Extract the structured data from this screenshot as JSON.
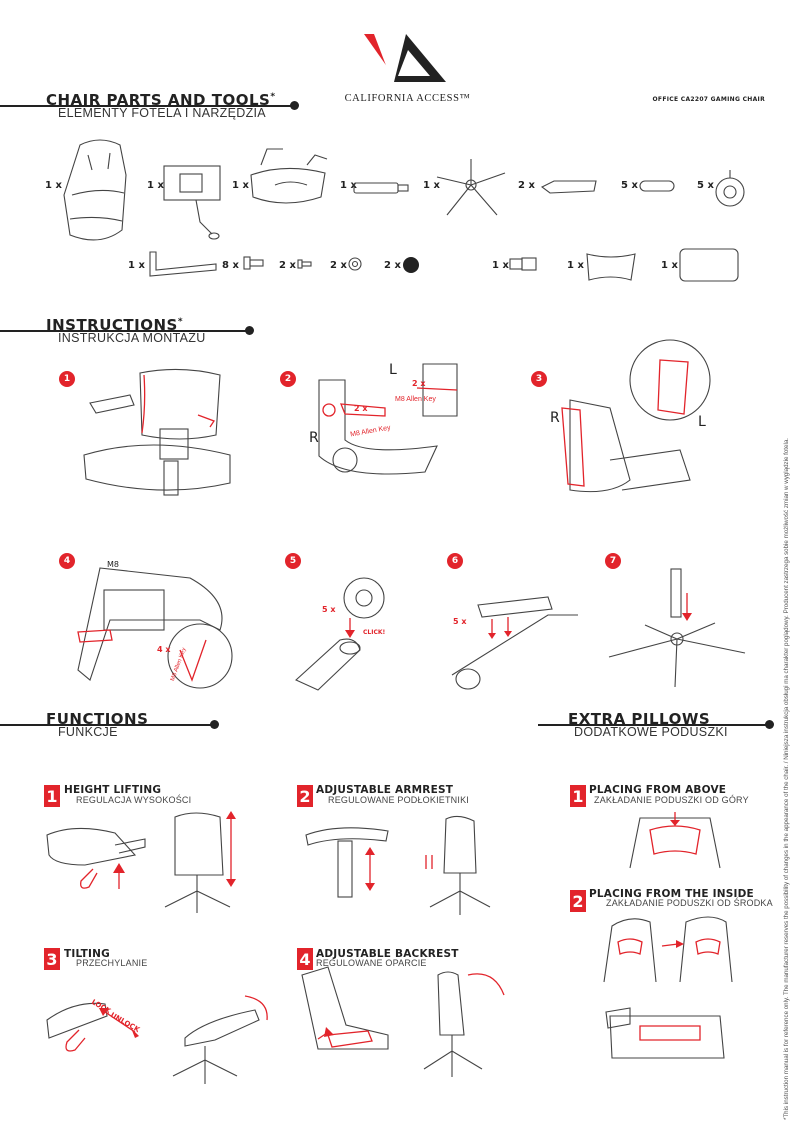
{
  "brand": {
    "name": "CALIFORNIA ACCESS™",
    "model": "OFFICE CA2207 GAMING CHAIR"
  },
  "colors": {
    "accent": "#e2242b",
    "ink": "#222222"
  },
  "sections": {
    "parts": {
      "title": "CHAIR PARTS AND TOOLS",
      "mark": "*",
      "subtitle": "ELEMENTY FOTELA I NARZĘDZIA"
    },
    "instructions": {
      "title": "INSTRUCTIONS",
      "mark": "*",
      "subtitle": "INSTRUKCJA MONTAŻU"
    },
    "functions": {
      "title": "FUNCTIONS",
      "subtitle": "FUNKCJE"
    },
    "pillows": {
      "title": "EXTRA PILLOWS",
      "subtitle": "DODATKOWE PODUSZKI"
    }
  },
  "parts_row1": [
    "1 x",
    "1 x",
    "1 x",
    "1 x",
    "1 x",
    "2 x",
    "5 x",
    "5 x"
  ],
  "parts_row2": [
    "1 x",
    "8 x",
    "2 x",
    "2 x",
    "2 x",
    "1 x",
    "1 x",
    "1 x"
  ],
  "steps": [
    "1",
    "2",
    "3",
    "4",
    "5",
    "6",
    "7"
  ],
  "step_labels": {
    "s2_L": "L",
    "s2_R": "R",
    "s2_qty_a": "2 x",
    "s2_qty_b": "2 x",
    "s2_key_a": "M8 Allen Key",
    "s2_key_b": "M8 Allen Key",
    "s3_R": "R",
    "s3_L": "L",
    "s4_m8": "M8",
    "s4_qty": "4 x",
    "s4_key": "M8 Allen Key",
    "s5_qty": "5 x",
    "s5_click": "CLICK!",
    "s6_qty": "5 x"
  },
  "functions": [
    {
      "num": "1",
      "title": "HEIGHT LIFTING",
      "subtitle": "REGULACJA WYSOKOŚCI"
    },
    {
      "num": "2",
      "title": "ADJUSTABLE ARMREST",
      "subtitle": "REGULOWANE PODŁOKIETNIKI"
    },
    {
      "num": "3",
      "title": "TILTING",
      "subtitle": "PRZECHYLANIE",
      "lock": "LOCK",
      "unlock": "UNLOCK"
    },
    {
      "num": "4",
      "title": "ADJUSTABLE BACKREST",
      "subtitle": "REGULOWANE OPARCIE"
    }
  ],
  "pillows": [
    {
      "num": "1",
      "title": "PLACING FROM ABOVE",
      "subtitle": "ZAKŁADANIE PODUSZKI OD GÓRY"
    },
    {
      "num": "2",
      "title": "PLACING FROM THE INSIDE",
      "subtitle": "ZAKŁADANIE PODUSZKI OD ŚRODKA"
    }
  ],
  "disclaimer": "*This instruction manual is for reference only. The manufacturer reserves the possibility of changes in the appearance of the chair. / Niniejsza instrukcja obsługi ma charakter poglądowy. Producent zastrzega sobie możliwość zmian w wyglądzie fotela."
}
